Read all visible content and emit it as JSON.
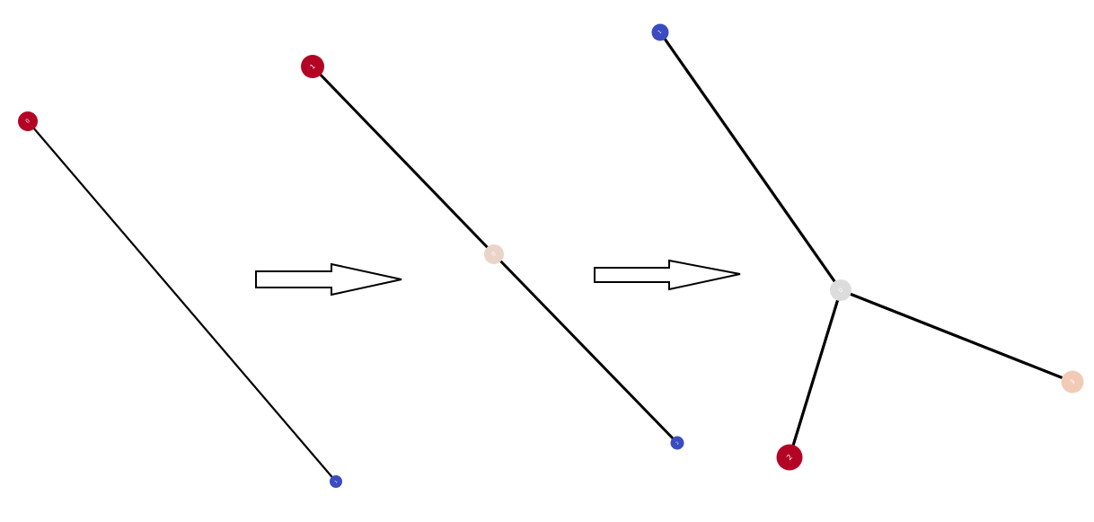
{
  "colors": {
    "background": "#ffffff",
    "edge": "#000000",
    "arrow_fill": "#ffffff",
    "arrow_stroke": "#000000",
    "red": "#b40426",
    "blue": "#3b4cc0",
    "light_pinkish": "#ead4c8",
    "light_gray": "#dddcdc",
    "peach": "#f2cbb7"
  },
  "stages": [
    {
      "name": "stage-1",
      "nodes": [
        {
          "id": "s1-n0",
          "label": "0",
          "color": "#b40426"
        },
        {
          "id": "s1-n1",
          "label": "1",
          "color": "#3b4cc0"
        }
      ],
      "edges": [
        [
          "s1-n0",
          "s1-n1"
        ]
      ]
    },
    {
      "name": "stage-2",
      "nodes": [
        {
          "id": "s2-n1",
          "label": "1",
          "color": "#b40426"
        },
        {
          "id": "s2-n0",
          "label": "0",
          "color": "#ead4c8"
        },
        {
          "id": "s2-n2",
          "label": "2",
          "color": "#3b4cc0"
        }
      ],
      "edges": [
        [
          "s2-n1",
          "s2-n0"
        ],
        [
          "s2-n0",
          "s2-n2"
        ]
      ]
    },
    {
      "name": "stage-3",
      "nodes": [
        {
          "id": "s3-n1",
          "label": "1",
          "color": "#3b4cc0"
        },
        {
          "id": "s3-n0",
          "label": "0",
          "color": "#dddcdc"
        },
        {
          "id": "s3-n2",
          "label": "2",
          "color": "#b40426"
        },
        {
          "id": "s3-n3",
          "label": "3",
          "color": "#f2cbb7"
        }
      ],
      "edges": [
        [
          "s3-n1",
          "s3-n0"
        ],
        [
          "s3-n0",
          "s3-n2"
        ],
        [
          "s3-n0",
          "s3-n3"
        ]
      ]
    }
  ],
  "arrows": [
    {
      "name": "transition-arrow-1"
    },
    {
      "name": "transition-arrow-2"
    }
  ]
}
